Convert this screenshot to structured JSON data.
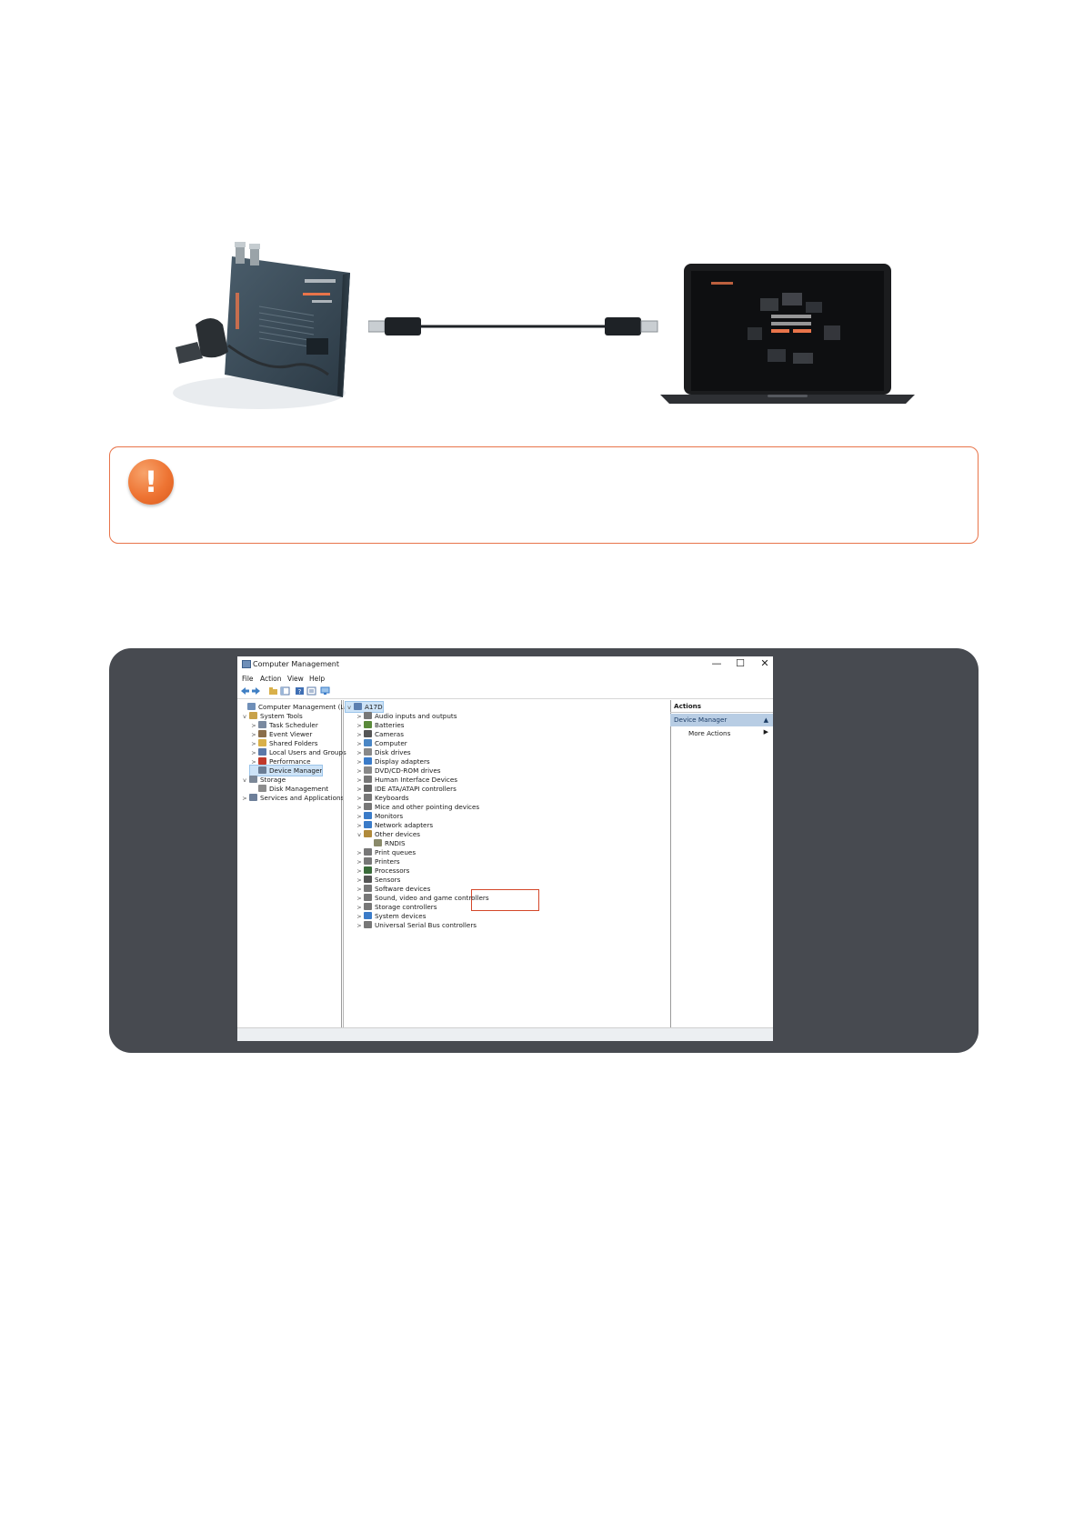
{
  "notice": {
    "icon": "exclamation-icon",
    "symbol": "!"
  },
  "window": {
    "title": "Computer Management",
    "controls": {
      "minimize": "—",
      "maximize": "☐",
      "close": "✕"
    },
    "menu": [
      "File",
      "Action",
      "View",
      "Help"
    ],
    "left_tree": [
      {
        "label": "Computer Management (Local)",
        "expander": "",
        "icon_color": "#6f8fb8"
      },
      {
        "label": "System Tools",
        "expander": "v",
        "icon_color": "#c8a24a"
      },
      {
        "label": "Task Scheduler",
        "expander": ">",
        "icon_color": "#7a8aa0"
      },
      {
        "label": "Event Viewer",
        "expander": ">",
        "icon_color": "#8a6d4a"
      },
      {
        "label": "Shared Folders",
        "expander": ">",
        "icon_color": "#d9b04a"
      },
      {
        "label": "Local Users and Groups",
        "expander": ">",
        "icon_color": "#5a78a8"
      },
      {
        "label": "Performance",
        "expander": ">",
        "icon_color": "#c0392b"
      },
      {
        "label": "Device Manager",
        "expander": "",
        "icon_color": "#6a7d95",
        "selected": true
      },
      {
        "label": "Storage",
        "expander": "v",
        "icon_color": "#7b8797"
      },
      {
        "label": "Disk Management",
        "expander": "",
        "icon_color": "#8c8c8c"
      },
      {
        "label": "Services and Applications",
        "expander": ">",
        "icon_color": "#6d7f99"
      }
    ],
    "device_tree": [
      {
        "label": "A17D",
        "expander": "v",
        "icon_color": "#5b7fb0",
        "selected": true
      },
      {
        "label": "Audio inputs and outputs",
        "expander": ">",
        "icon_color": "#777777"
      },
      {
        "label": "Batteries",
        "expander": ">",
        "icon_color": "#5a8a3a"
      },
      {
        "label": "Cameras",
        "expander": ">",
        "icon_color": "#555555"
      },
      {
        "label": "Computer",
        "expander": ">",
        "icon_color": "#4a86c5"
      },
      {
        "label": "Disk drives",
        "expander": ">",
        "icon_color": "#888888"
      },
      {
        "label": "Display adapters",
        "expander": ">",
        "icon_color": "#3a7bc8"
      },
      {
        "label": "DVD/CD-ROM drives",
        "expander": ">",
        "icon_color": "#888888"
      },
      {
        "label": "Human Interface Devices",
        "expander": ">",
        "icon_color": "#777777"
      },
      {
        "label": "IDE ATA/ATAPI controllers",
        "expander": ">",
        "icon_color": "#666666"
      },
      {
        "label": "Keyboards",
        "expander": ">",
        "icon_color": "#777777"
      },
      {
        "label": "Mice and other pointing devices",
        "expander": ">",
        "icon_color": "#777777"
      },
      {
        "label": "Monitors",
        "expander": ">",
        "icon_color": "#3a7bc8"
      },
      {
        "label": "Network adapters",
        "expander": ">",
        "icon_color": "#3a7bc8"
      },
      {
        "label": "Other devices",
        "expander": "v",
        "icon_color": "#b08a3a"
      },
      {
        "label": "RNDIS",
        "expander": "",
        "icon_color": "#8a8a6a",
        "child": true
      },
      {
        "label": "Print queues",
        "expander": ">",
        "icon_color": "#777777"
      },
      {
        "label": "Printers",
        "expander": ">",
        "icon_color": "#777777"
      },
      {
        "label": "Processors",
        "expander": ">",
        "icon_color": "#3a6b3a"
      },
      {
        "label": "Sensors",
        "expander": ">",
        "icon_color": "#555555"
      },
      {
        "label": "Software devices",
        "expander": ">",
        "icon_color": "#777777"
      },
      {
        "label": "Sound, video and game controllers",
        "expander": ">",
        "icon_color": "#777777"
      },
      {
        "label": "Storage controllers",
        "expander": ">",
        "icon_color": "#777777"
      },
      {
        "label": "System devices",
        "expander": ">",
        "icon_color": "#3a7bc8"
      },
      {
        "label": "Universal Serial Bus controllers",
        "expander": ">",
        "icon_color": "#777777"
      }
    ],
    "actions": {
      "header": "Actions",
      "section": "Device Manager",
      "section_caret": "▲",
      "more": "More Actions",
      "more_caret": "▶"
    }
  },
  "colors": {
    "notice_border": "#e8744a",
    "notice_icon": "#ee7433",
    "panel_bg": "#474a50",
    "highlight_box": "#d4472a"
  }
}
